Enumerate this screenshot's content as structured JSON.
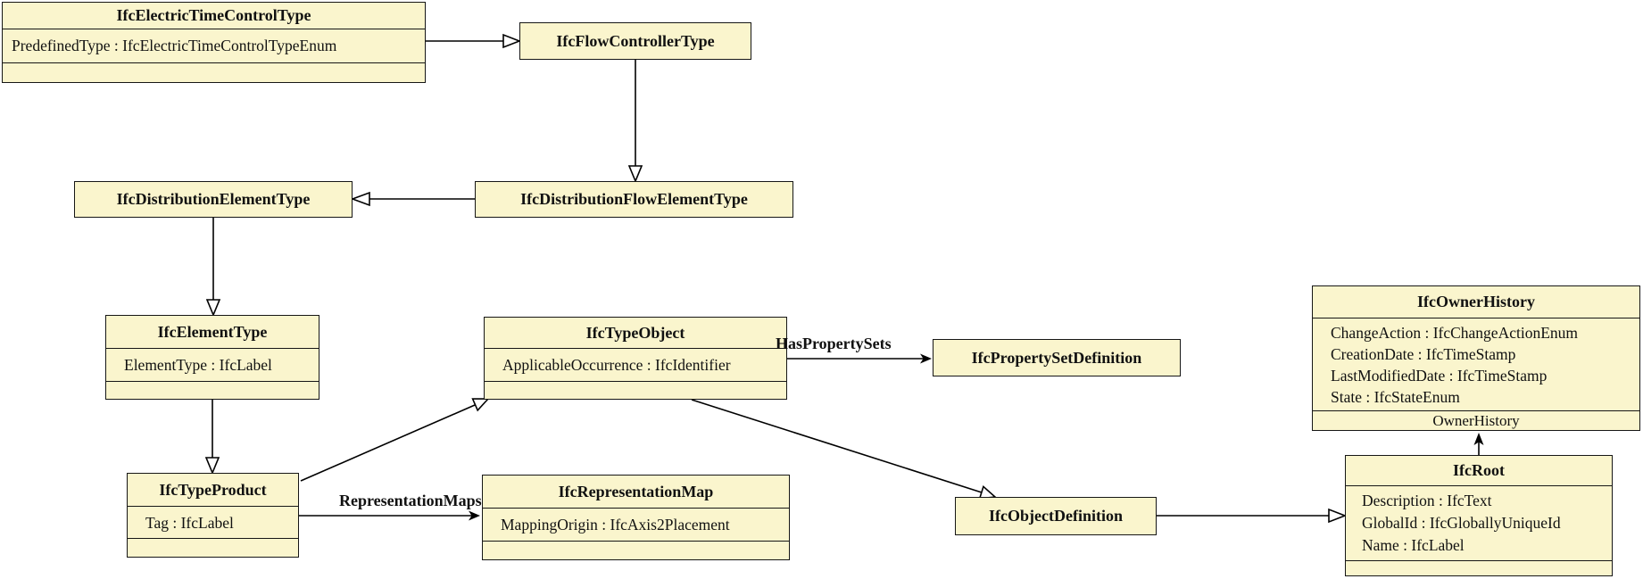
{
  "diagram": {
    "type": "uml-class-diagram",
    "subject": "IFC schema inheritance diagram for IfcElectricTimeControlType"
  },
  "colors": {
    "class_fill": "#FAF5CD",
    "class_border": "#161616",
    "connector": "#000000",
    "background": "#ffffff"
  },
  "classes": {
    "electric_time_control_type": {
      "name": "IfcElectricTimeControlType",
      "attributes": [
        "PredefinedType : IfcElectricTimeControlTypeEnum"
      ]
    },
    "flow_controller_type": {
      "name": "IfcFlowControllerType"
    },
    "distribution_element_type": {
      "name": "IfcDistributionElementType"
    },
    "distribution_flow_element_type": {
      "name": "IfcDistributionFlowElementType"
    },
    "element_type": {
      "name": "IfcElementType",
      "attributes": [
        "ElementType : IfcLabel"
      ]
    },
    "type_object": {
      "name": "IfcTypeObject",
      "attributes": [
        "ApplicableOccurrence : IfcIdentifier"
      ]
    },
    "property_set_definition": {
      "name": "IfcPropertySetDefinition"
    },
    "owner_history": {
      "name": "IfcOwnerHistory",
      "attributes": [
        "ChangeAction : IfcChangeActionEnum",
        "CreationDate : IfcTimeStamp",
        "LastModifiedDate : IfcTimeStamp",
        "State : IfcStateEnum"
      ]
    },
    "type_product": {
      "name": "IfcTypeProduct",
      "attributes": [
        "Tag : IfcLabel"
      ]
    },
    "representation_map": {
      "name": "IfcRepresentationMap",
      "attributes": [
        "MappingOrigin : IfcAxis2Placement"
      ]
    },
    "object_definition": {
      "name": "IfcObjectDefinition"
    },
    "root": {
      "name": "IfcRoot",
      "attributes": [
        "Description : IfcText",
        "GlobalId : IfcGloballyUniqueId",
        "Name : IfcLabel"
      ]
    }
  },
  "association_labels": {
    "has_property_sets": "HasPropertySets",
    "representation_maps": "RepresentationMaps",
    "owner_history": "OwnerHistory"
  },
  "relationships": [
    {
      "from": "IfcElectricTimeControlType",
      "to": "IfcFlowControllerType",
      "type": "generalization"
    },
    {
      "from": "IfcFlowControllerType",
      "to": "IfcDistributionFlowElementType",
      "type": "generalization"
    },
    {
      "from": "IfcDistributionFlowElementType",
      "to": "IfcDistributionElementType",
      "type": "generalization"
    },
    {
      "from": "IfcDistributionElementType",
      "to": "IfcElementType",
      "type": "generalization"
    },
    {
      "from": "IfcElementType",
      "to": "IfcTypeProduct",
      "type": "generalization"
    },
    {
      "from": "IfcTypeProduct",
      "to": "IfcTypeObject",
      "type": "generalization"
    },
    {
      "from": "IfcTypeObject",
      "to": "IfcObjectDefinition",
      "type": "generalization"
    },
    {
      "from": "IfcObjectDefinition",
      "to": "IfcRoot",
      "type": "generalization"
    },
    {
      "from": "IfcTypeObject",
      "to": "IfcPropertySetDefinition",
      "type": "association",
      "label": "HasPropertySets"
    },
    {
      "from": "IfcTypeProduct",
      "to": "IfcRepresentationMap",
      "type": "association",
      "label": "RepresentationMaps"
    },
    {
      "from": "IfcRoot",
      "to": "IfcOwnerHistory",
      "type": "association",
      "label": "OwnerHistory"
    }
  ]
}
